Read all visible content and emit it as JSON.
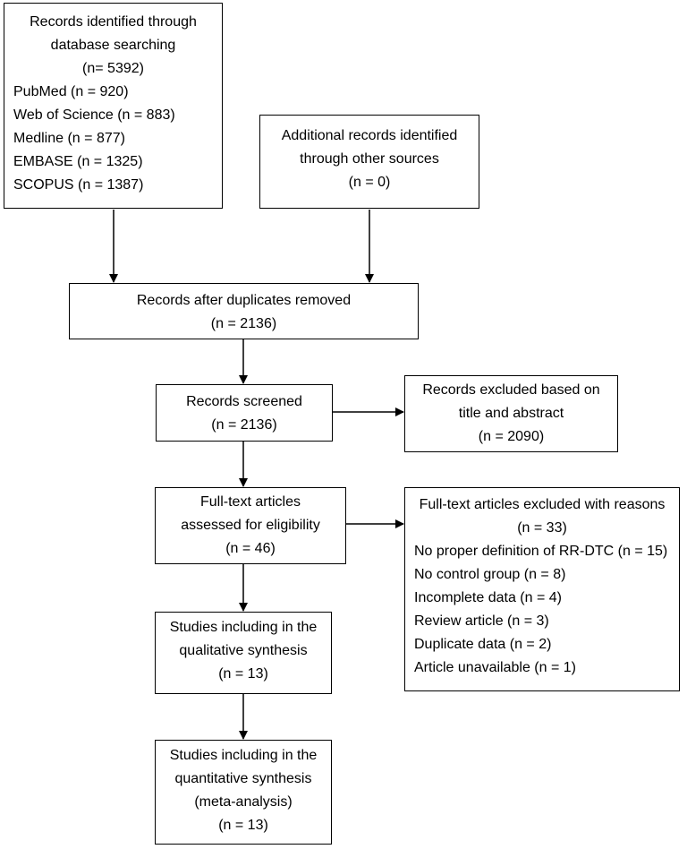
{
  "boxes": {
    "database_search": {
      "lines": [
        "Records identified through",
        "database searching",
        "(n= 5392)",
        "PubMed (n = 920)",
        "Web of Science (n = 883)",
        "Medline (n = 877)",
        "EMBASE (n = 1325)",
        "SCOPUS (n = 1387)"
      ]
    },
    "other_sources": {
      "lines": [
        "Additional records identified",
        "through other sources",
        "(n = 0)"
      ]
    },
    "after_duplicates": {
      "lines": [
        "Records after duplicates removed",
        "(n = 2136)"
      ]
    },
    "screened": {
      "lines": [
        "Records screened",
        "(n = 2136)"
      ]
    },
    "excluded_title": {
      "lines": [
        "Records excluded based on",
        "title and abstract",
        "(n = 2090)"
      ]
    },
    "fulltext": {
      "lines": [
        "Full-text articles",
        "assessed for eligibility",
        "(n = 46)"
      ]
    },
    "fulltext_excluded": {
      "lines": [
        "Full-text articles excluded with reasons",
        "(n = 33)",
        "No proper definition of RR-DTC (n = 15)",
        "No control group (n = 8)",
        "Incomplete data (n = 4)",
        "Review article (n = 3)",
        "Duplicate data (n = 2)",
        "Article unavailable (n = 1)"
      ]
    },
    "qualitative": {
      "lines": [
        "Studies including in the",
        "qualitative synthesis",
        "(n = 13)"
      ]
    },
    "quantitative": {
      "lines": [
        "Studies including in the",
        "quantitative synthesis",
        "(meta-analysis)",
        "(n = 13)"
      ]
    }
  }
}
